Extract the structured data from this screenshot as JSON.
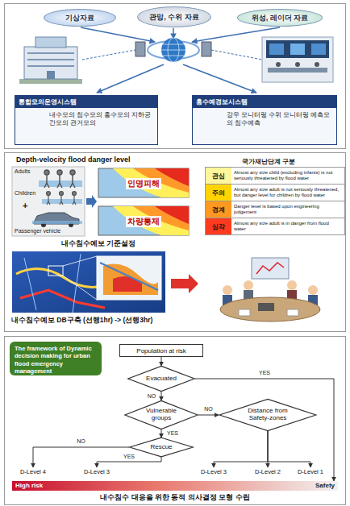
{
  "diagram": {
    "nodes": [
      {
        "text": [
          "기상자료"
        ]
      },
      {
        "text": [
          "관망, 수위 자료"
        ]
      },
      {
        "text": [
          "위성, 레이더 자료"
        ]
      },
      {
        "text": [
          "통합모의운영시스템",
          "내수모의 침수모의 홍수모의 지하공간모의 관거모의"
        ]
      },
      {
        "text": [
          "홍수예경보시스템",
          "강우 모니터링 수위 모니터링 예측모의 침수예측"
        ]
      },
      {
        "text": [
          "관심",
          "Almost any size child (excluding infants) is not seriously threatened by flood water"
        ]
      },
      {
        "text": [
          "주의",
          "Almost any size adult is not seriously threatened, but danger level for children by flood water"
        ]
      },
      {
        "text": [
          "경계",
          "Danger level is based upon engineering judgement"
        ]
      },
      {
        "text": [
          "심각",
          "Almost any size adult is in danger from flood water"
        ]
      },
      {
        "text": [
          "The framework of Dynamic decision making for urban flood emergency management"
        ]
      },
      {
        "text": [
          "Population at risk"
        ]
      },
      {
        "text": [
          "Evacuated"
        ]
      },
      {
        "text": [
          "Vulnerable groups"
        ]
      },
      {
        "text": [
          "Distance from Safety-zones"
        ]
      },
      {
        "text": [
          "Rescue"
        ]
      },
      {
        "text": [
          "D-Level 4"
        ]
      },
      {
        "text": [
          "D-Level 3"
        ]
      },
      {
        "text": [
          "D-Level 3"
        ]
      },
      {
        "text": [
          "D-Level 2"
        ]
      },
      {
        "text": [
          "D-Level 1"
        ]
      },
      {
        "text": [
          "High risk",
          "Safety"
        ]
      }
    ],
    "edges": [
      {
        "from": 10,
        "to": 11,
        "arrow": "to"
      },
      {
        "from": 11,
        "to": 12,
        "label": "NO",
        "arrow": "to"
      },
      {
        "from": 11,
        "to": 20,
        "label": "YES",
        "arrow": "to"
      },
      {
        "from": 12,
        "to": 13,
        "label": "NO",
        "arrow": "to"
      },
      {
        "from": 12,
        "to": 14,
        "label": "YES",
        "arrow": "to"
      },
      {
        "from": 14,
        "to": 15,
        "label": "NO",
        "arrow": "to"
      },
      {
        "from": 14,
        "to": 16,
        "label": "YES",
        "arrow": "to"
      },
      {
        "from": 13,
        "to": 17,
        "arrow": "to"
      },
      {
        "from": 13,
        "to": 18,
        "arrow": "to"
      },
      {
        "from": 13,
        "to": 19,
        "arrow": "to"
      }
    ],
    "labels": [
      "Depth-velocity flood danger level",
      "Adults",
      "Children",
      "Passenger vehicle",
      "인명피해",
      "차량통제",
      "국가재난단계 구분",
      "내수침수예보 기준설정",
      "내수침수예보 DB구축 (선행1hr) -> (선행3hr)",
      "내수침수 대응을 위한 동적 의사결정 모형 수립",
      "+"
    ]
  }
}
